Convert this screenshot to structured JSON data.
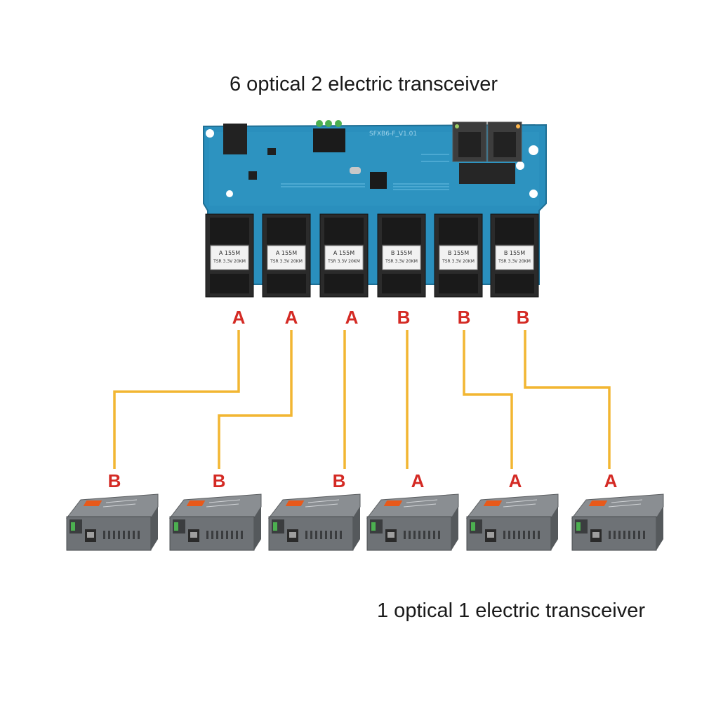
{
  "titles": {
    "top": "6 optical 2 electric transceiver",
    "bottom": "1 optical 1 electric transceiver"
  },
  "board": {
    "silkscreen": "SFXB6-F_V1.01",
    "module_labels": [
      {
        "line1": "A 155M",
        "line2": "TSR 3.3V 20KM"
      },
      {
        "line1": "A 155M",
        "line2": "TSR 3.3V 20KM"
      },
      {
        "line1": "A 155M",
        "line2": "TSR 3.3V 20KM"
      },
      {
        "line1": "B 155M",
        "line2": "TSR 3.3V 20KM"
      },
      {
        "line1": "B 155M",
        "line2": "TSR 3.3V 20KM"
      },
      {
        "line1": "B 155M",
        "line2": "TSR 3.3V 20KM"
      }
    ]
  },
  "port_labels": [
    "A",
    "A",
    "A",
    "B",
    "B",
    "B"
  ],
  "device_labels": [
    "B",
    "B",
    "B",
    "A",
    "A",
    "A"
  ],
  "colors": {
    "pcb": "#2a8fbd",
    "cable": "#f2b632",
    "label": "#d42a24",
    "device": "#6e7276"
  }
}
